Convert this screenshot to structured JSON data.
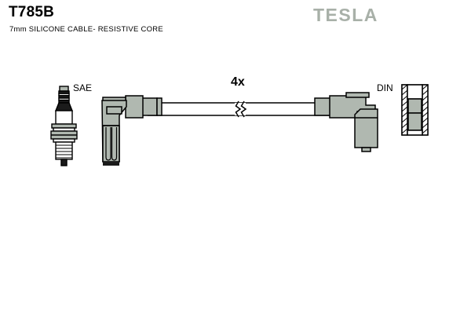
{
  "header": {
    "part_number": "T785B",
    "description": "7mm SILICONE CABLE- RESISTIVE CORE",
    "brand": "TESLA",
    "brand_color": "#a8b0a8"
  },
  "diagram": {
    "quantity_label": "4x",
    "end_a_label": "SAE",
    "end_b_label": "DIN",
    "fill_color": "#b0b8b0",
    "line_color": "#000000",
    "background_color": "#ffffff",
    "components": [
      {
        "name": "spark-plug",
        "terminal": "SAE"
      },
      {
        "name": "plug-boot-angled",
        "terminal": "SAE"
      },
      {
        "name": "ignition-cable",
        "break_symbol": true
      },
      {
        "name": "coil-boot-angled",
        "terminal": "DIN"
      },
      {
        "name": "din-socket-terminal",
        "terminal": "DIN"
      }
    ]
  }
}
